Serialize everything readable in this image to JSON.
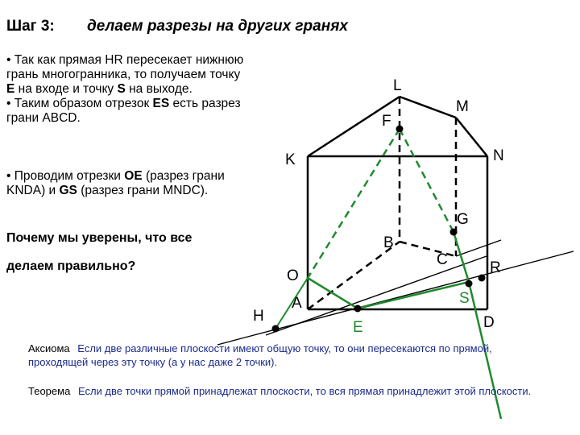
{
  "header": {
    "step": "Шаг 3:",
    "title": "делаем разрезы на других гранях"
  },
  "bullets": {
    "b1_pre": "• Так как прямая HR пересекает нижнюю грань многогранника, то получаем точку ",
    "b1_e": "E",
    "b1_mid": " на входе и точку ",
    "b1_s": "S",
    "b1_post": " на выходе.",
    "b1b_pre": "• Таким  образом отрезок ",
    "b1b_es": "ES",
    "b1b_post": " есть разрез грани ABCD.",
    "b2_pre": "• Проводим отрезки ",
    "b2_oe": "OE",
    "b2_mid": " (разрез грани KNDA) и ",
    "b2_gs": "GS",
    "b2_post": " (разрез грани MNDC)."
  },
  "question": {
    "line1": "Почему мы уверены, что все",
    "line2": "делаем правильно?"
  },
  "axiom": {
    "label": "Аксиома",
    "text": "Если две различные плоскости имеют общую точку, то они пересекаются по прямой, проходящей через эту точку (а у нас даже 2 точки)."
  },
  "theorem": {
    "label": "Теорема",
    "text": "Если две точки прямой принадлежат плоскости, то вся прямая принадлежит этой плоскости."
  },
  "diagram_labels": {
    "L": "L",
    "M": "M",
    "F": "F",
    "K": "K",
    "N": "N",
    "G": "G",
    "B": "B",
    "C": "C",
    "R": "R",
    "O": "O",
    "A": "A",
    "S": "S",
    "H": "H",
    "E": "E",
    "D": "D"
  },
  "colors": {
    "green": "#1f8a2e",
    "note_text": "#1a2a8a"
  }
}
